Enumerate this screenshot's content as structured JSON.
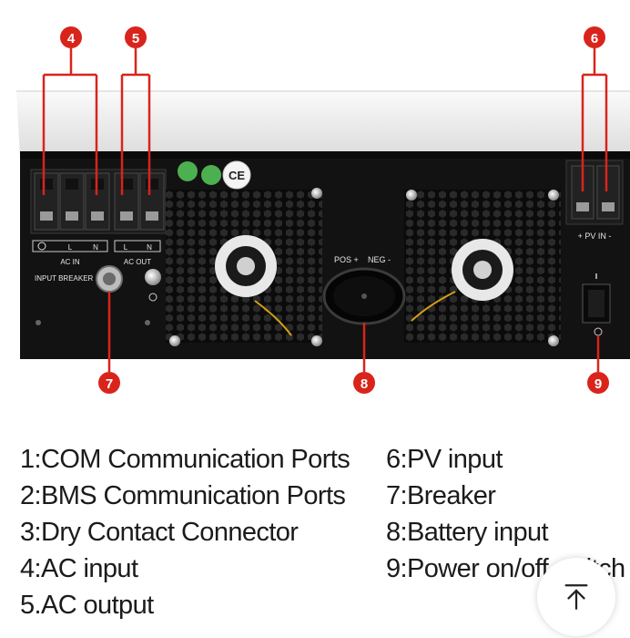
{
  "photo": {
    "callouts": [
      "4",
      "5",
      "6",
      "7",
      "8",
      "9"
    ],
    "panel_labels": {
      "ac_in": "AC IN",
      "ac_out": "AC OUT",
      "input_breaker": "INPUT BREAKER",
      "pos": "POS +",
      "neg": "NEG -",
      "pv_in": "+ PV  IN -",
      "l": "L",
      "n": "N",
      "ce": "CE"
    }
  },
  "legend": {
    "items": [
      "1:COM Communication Ports",
      "2:BMS Communication Ports",
      "3:Dry Contact Connector",
      "4:AC input",
      "5.AC output",
      "6:PV input",
      "7:Breaker",
      "8:Battery input",
      "9:Power on/off switch"
    ]
  },
  "colors": {
    "callout_red": "#d9241c",
    "panel_black": "#111111",
    "case_white": "#f2f2f2"
  },
  "icons": {
    "scroll_top": "arrow-up-to-line-icon"
  }
}
